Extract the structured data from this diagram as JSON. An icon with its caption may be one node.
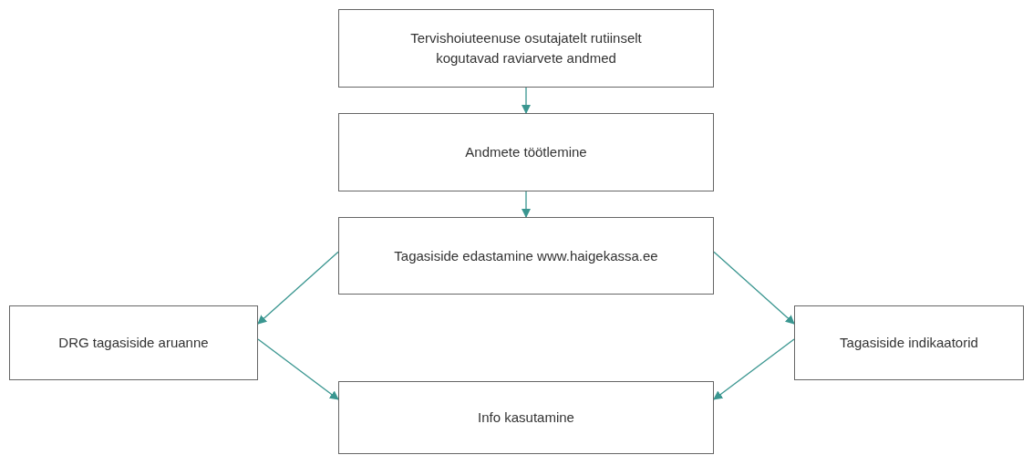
{
  "diagram": {
    "nodes": [
      {
        "text": [
          "Tervishoiuteenuse osutajatelt rutiinselt kogutavad raviarvete andmed"
        ]
      },
      {
        "text": [
          "Andmete töötlemine"
        ]
      },
      {
        "text": [
          "Tagasiside edastamine www.haigekassa.ee"
        ]
      },
      {
        "text": [
          "DRG tagasiside aruanne"
        ]
      },
      {
        "text": [
          "Tagasiside indikaatorid"
        ]
      },
      {
        "text": [
          "Info kasutamine"
        ]
      }
    ],
    "edges": [
      {
        "from": 0,
        "to": 1,
        "arrow": "to"
      },
      {
        "from": 1,
        "to": 2,
        "arrow": "to"
      },
      {
        "from": 2,
        "to": 3,
        "arrow": "to"
      },
      {
        "from": 2,
        "to": 4,
        "arrow": "to"
      },
      {
        "from": 3,
        "to": 5,
        "arrow": "to"
      },
      {
        "from": 4,
        "to": 5,
        "arrow": "to"
      }
    ]
  }
}
